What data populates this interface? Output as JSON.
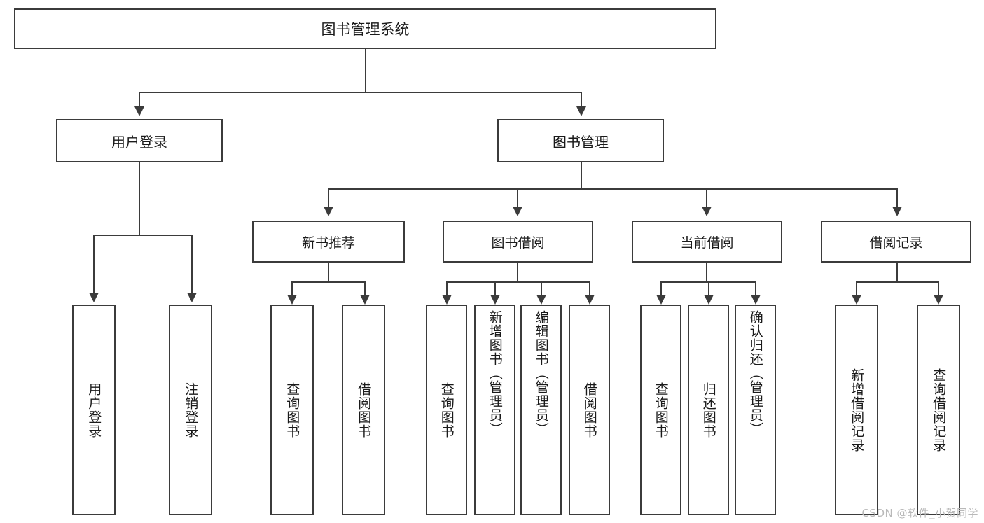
{
  "diagram": {
    "title": "图书管理系统",
    "type": "hierarchical-tree",
    "root": {
      "label": "图书管理系统"
    },
    "level1": [
      {
        "label": "用户登录"
      },
      {
        "label": "图书管理"
      }
    ],
    "level2": [
      {
        "label": "新书推荐"
      },
      {
        "label": "图书借阅"
      },
      {
        "label": "当前借阅"
      },
      {
        "label": "借阅记录"
      }
    ],
    "leaves": {
      "user_login": [
        {
          "label": "用户登录"
        },
        {
          "label": "注销登录"
        }
      ],
      "new_book_recommend": [
        {
          "label": "查询图书"
        },
        {
          "label": "借阅图书"
        }
      ],
      "book_borrow": [
        {
          "label": "查询图书"
        },
        {
          "label": "新增图书（管理员）"
        },
        {
          "label": "编辑图书（管理员）"
        },
        {
          "label": "借阅图书"
        }
      ],
      "current_borrow": [
        {
          "label": "查询图书"
        },
        {
          "label": "归还图书"
        },
        {
          "label": "确认归还（管理员）"
        }
      ],
      "borrow_record": [
        {
          "label": "新增借阅记录"
        },
        {
          "label": "查询借阅记录"
        }
      ]
    }
  },
  "watermark": {
    "text": "CSDN @软件_小贺同学"
  },
  "colors": {
    "stroke": "#3b3b3b",
    "text": "#1a1a1a",
    "background": "#ffffff",
    "watermark": "#b9b9b9"
  }
}
